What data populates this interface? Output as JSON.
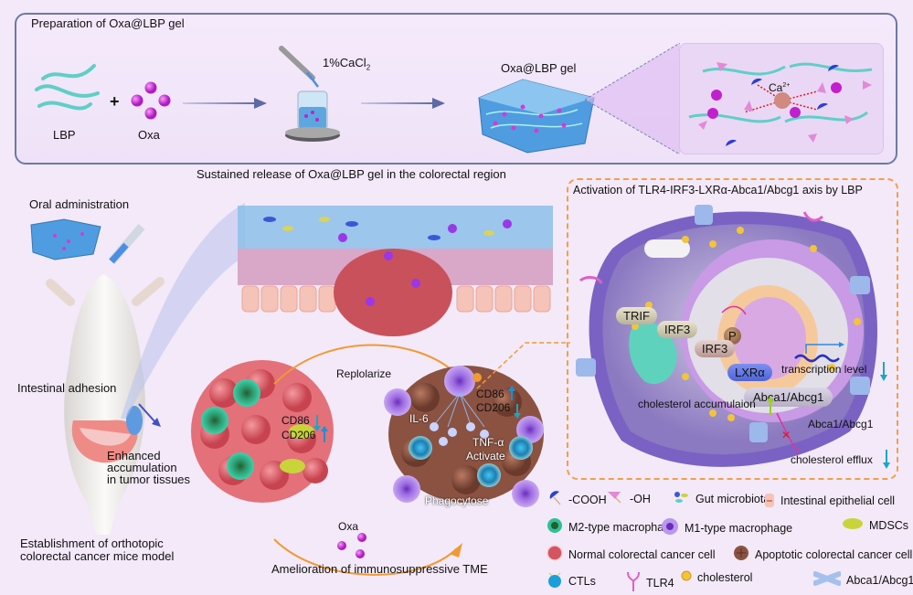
{
  "preparation": {
    "title": "Preparation of Oxa@LBP gel",
    "lbp_label": "LBP",
    "plus": "+",
    "oxa_label": "Oxa",
    "reagent_label": "1%CaCl",
    "reagent_subscript": "2",
    "gel_label": "Oxa@LBP gel",
    "ion_label": "Ca",
    "ion_superscript": "2+"
  },
  "delivery": {
    "release_title": "Sustained release of Oxa@LBP gel in the colorectal region",
    "oral_label": "Oral administration",
    "adhesion_label": "Intestinal adhesion",
    "accumulation_label_1": "Enhanced",
    "accumulation_label_2": "accumulation",
    "accumulation_label_3": "in tumor tissues",
    "model_label_1": "Establishment of orthotopic",
    "model_label_2": "colorectal cancer mice model"
  },
  "tme": {
    "left_cd86": "CD86",
    "left_cd206": "CD206",
    "replolarize": "Replolarize",
    "right_cd86": "CD86",
    "right_cd206": "CD206",
    "il6": "IL-6",
    "tnf": "TNF-α",
    "activate": "Activate",
    "phagocytose": "Phagocytose",
    "oxa": "Oxa",
    "title": "Amelioration of immunosuppressive TME"
  },
  "axis": {
    "title": "Activation of TLR4-IRF3-LXRα-Abca1/Abcg1 axis by LBP",
    "trif": "TRIF",
    "irf3": "IRF3",
    "p": "P",
    "irf3_p": "IRF3",
    "lxr": "LXRα",
    "transcription": "transcription level",
    "abca_inner": "Abca1/Abcg1",
    "accumulation": "cholesterol accumulaion",
    "abca_membrane": "Abca1/Abcg1",
    "efflux": "cholesterol efflux"
  },
  "colors": {
    "panel_border": "#6d79a8",
    "dashed_border": "#f0a04a",
    "oxa": "#c21fcf",
    "lbp": "#5fcfc6",
    "down_arrow": "#1aa6c4",
    "up_arrow": "#9ccf1f",
    "pink_path": "#e0329f"
  },
  "legend": [
    {
      "icon": "carboxyl-icon",
      "label": "-COOH"
    },
    {
      "icon": "hydroxyl-icon",
      "label": "-OH"
    },
    {
      "icon": "gut-microbiota-icon",
      "label": "Gut microbiota"
    },
    {
      "icon": "intestinal-epithelial-cell-icon",
      "label": "Intestinal epithelial cell"
    },
    {
      "icon": "m2-macrophage-icon",
      "label": "M2-type macrophage"
    },
    {
      "icon": "m1-macrophage-icon",
      "label": "M1-type macrophage"
    },
    {
      "icon": "mdsc-icon",
      "label": "MDSCs"
    },
    {
      "icon": "normal-cancer-cell-icon",
      "label": "Normal colorectal cancer cell"
    },
    {
      "icon": "apoptotic-cancer-cell-icon",
      "label": "Apoptotic colorectal cancer cell"
    },
    {
      "icon": "ctl-icon",
      "label": "CTLs"
    },
    {
      "icon": "tlr4-icon",
      "label": "TLR4"
    },
    {
      "icon": "cholesterol-icon",
      "label": "cholesterol"
    },
    {
      "icon": "abca1-abcg1-icon",
      "label": "Abca1/Abcg1"
    }
  ]
}
